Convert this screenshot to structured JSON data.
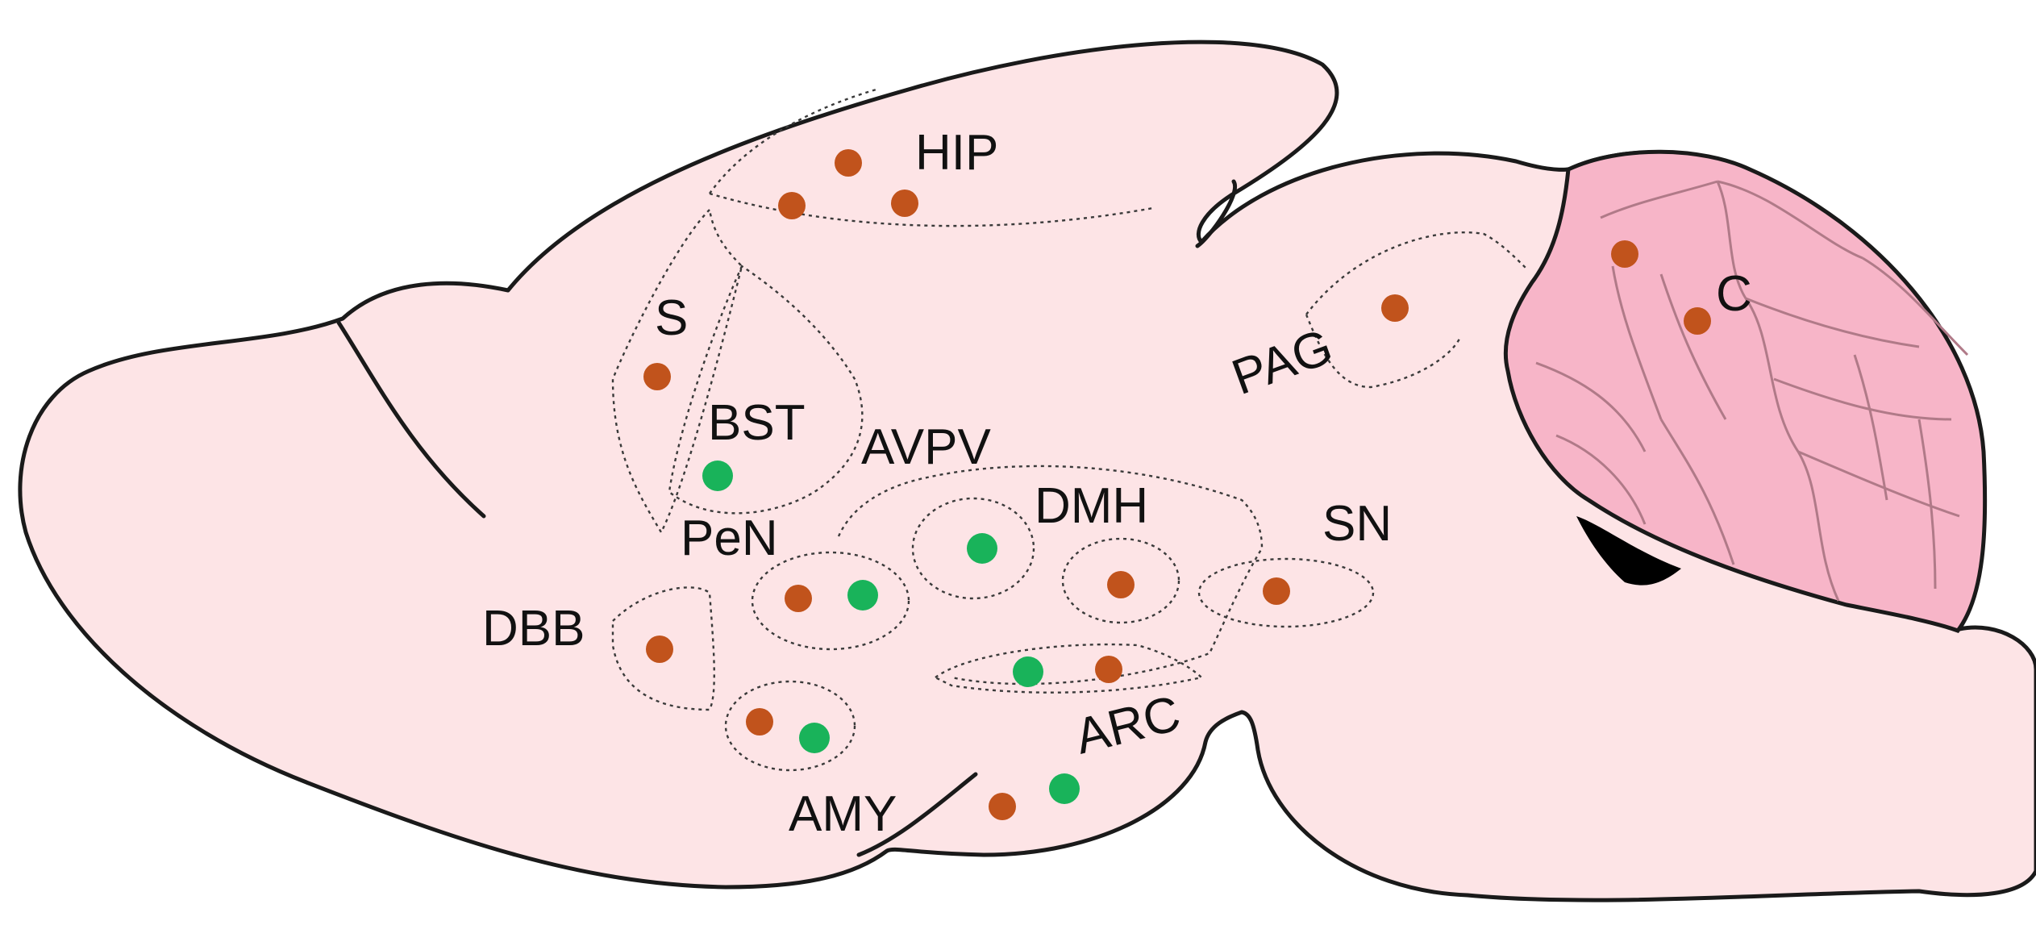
{
  "colors": {
    "brain_fill": "#fde4e6",
    "brain_outline": "#1a1a1a",
    "cerebellum_fill": "#f7b5c8",
    "cerebellum_folia": "#b07a88",
    "dot_brown": "#c1531c",
    "dot_green": "#19b35a"
  },
  "labels": {
    "hip": "HIP",
    "s": "S",
    "bst": "BST",
    "avpv": "AVPV",
    "pen": "PeN",
    "dmh": "DMH",
    "sn": "SN",
    "dbb": "DBB",
    "amy": "AMY",
    "arc": "ARC",
    "pag": "PAG",
    "c": "C"
  }
}
